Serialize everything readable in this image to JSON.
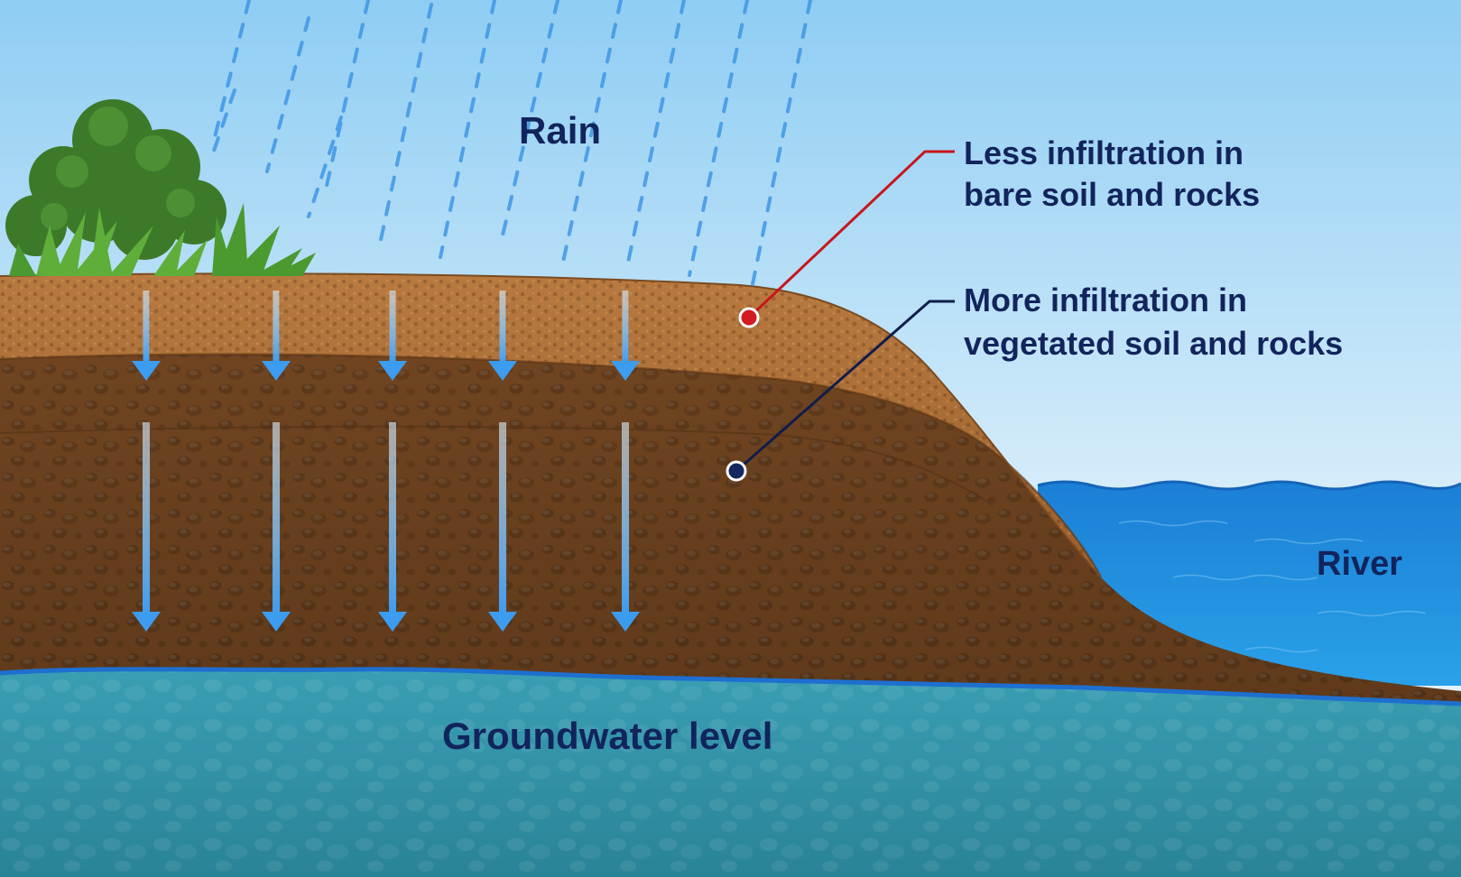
{
  "labels": {
    "rain": "Rain",
    "less_infiltration_line1": "Less infiltration in",
    "less_infiltration_line2": "bare soil and rocks",
    "more_infiltration_line1": "More infiltration in",
    "more_infiltration_line2": "vegetated soil and rocks",
    "river": "River",
    "groundwater": "Groundwater level"
  },
  "colors": {
    "label_text": "#12245c",
    "less_callout": "#c8161d",
    "more_callout": "#0f1d4a",
    "sky_top": "#8fcdf3",
    "sky_bottom": "#eef7fd",
    "topsoil": "#a86a35",
    "subsoil": "#6e4420",
    "groundwater": "#2f93a8",
    "river": "#1f86d8",
    "infiltration_arrow": "#3b9cf0",
    "rain_drops": "#3f97e6"
  },
  "icons": {
    "vegetation": "bush-and-grass",
    "rain": "dashed-rain-streaks",
    "infiltration": "down-arrow"
  }
}
